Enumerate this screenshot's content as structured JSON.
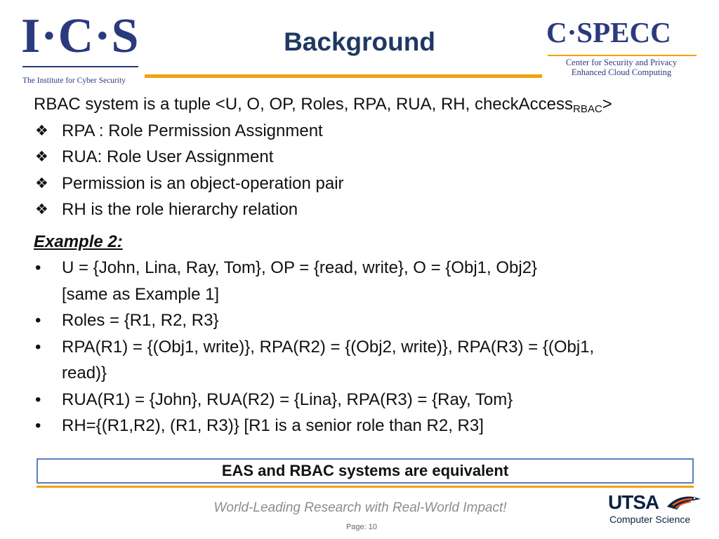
{
  "header": {
    "title": "Background",
    "ics_logo": {
      "letters": "I·C·S",
      "subtitle": "The Institute for Cyber Security"
    },
    "cspecc_logo": {
      "letters": "C·SPECC",
      "subtitle_line1": "Center for Security and Privacy",
      "subtitle_line2": "Enhanced Cloud Computing"
    },
    "accent_color": "#f3a10b",
    "title_color": "#1f3864"
  },
  "content": {
    "intro": {
      "main": "RBAC system is a tuple <U, O, OP, Roles, RPA, RUA, RH, checkAccess",
      "sub": "RBAC",
      "tail": ">"
    },
    "definitions": [
      "RPA : Role Permission Assignment",
      "RUA: Role User Assignment",
      "Permission is an object-operation pair",
      "RH is the role hierarchy relation"
    ],
    "definition_marker": "❖",
    "example_heading": "Example 2:",
    "bullet_marker": "•",
    "bullets": [
      {
        "line1": "U = {John, Lina, Ray, Tom}, OP = {read, write}, O = {Obj1, Obj2}",
        "line2": "[same as Example 1]"
      },
      {
        "line1": "Roles = {R1, R2, R3}"
      },
      {
        "line1": "RPA(R1) = {(Obj1, write)}, RPA(R2) = {(Obj2, write)}, RPA(R3) = {(Obj1,",
        "line2": "read)}"
      },
      {
        "line1": "RUA(R1) = {John}, RUA(R2) = {Lina}, RPA(R3) = {Ray, Tom}"
      },
      {
        "line1": "RH={(R1,R2), (R1, R3)}   [R1 is a senior role than R2, R3]"
      }
    ]
  },
  "banner": {
    "text": "EAS and RBAC systems are equivalent",
    "border_color": "#5b7fbf"
  },
  "footer": {
    "tagline": "World-Leading Research with Real-World Impact!",
    "page_label": "Page:  10",
    "utsa_logo": {
      "word": "UTSA",
      "subtitle": "Computer Science"
    }
  }
}
